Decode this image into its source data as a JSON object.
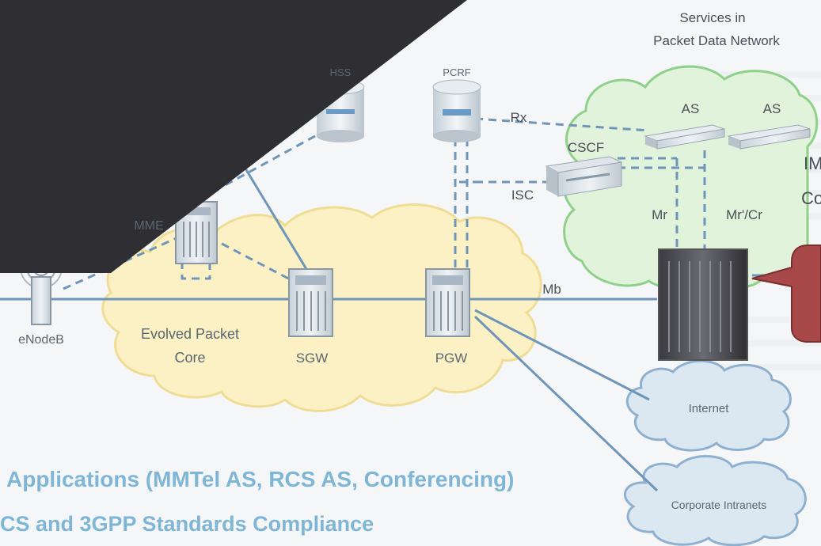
{
  "header": {
    "services_line1": "Services in",
    "services_line2": "Packet Data Network"
  },
  "nodes": {
    "hss": "HSS",
    "pcrf": "PCRF",
    "cscf": "CSCF",
    "as1": "AS",
    "as2": "AS",
    "mme": "MME",
    "enodeb": "eNodeB",
    "sgw": "SGW",
    "pgw": "PGW",
    "epc_line1": "Evolved Packet",
    "epc_line2": "Core",
    "internet": "Internet",
    "intranet": "Corporate Intranets",
    "ims_partial1": "IM",
    "ims_partial2": "Co"
  },
  "interfaces": {
    "rx": "Rx",
    "isc": "ISC",
    "mr": "Mr",
    "mr_cr": "Mr'/Cr",
    "mb": "Mb"
  },
  "bullets": [
    "Applications (MMTel AS, RCS AS, Conferencing)",
    "CS and 3GPP Standards Compliance"
  ],
  "colors": {
    "cloud_yellow": "#fbf1c4",
    "cloud_green": "#e2f3dc",
    "cloud_blue": "#dbe7f1",
    "line_blue": "#6f95b8",
    "accent_red": "#a84848",
    "bullet_text": "#7fb6d6",
    "dark_overlay": "#2f2e33"
  }
}
